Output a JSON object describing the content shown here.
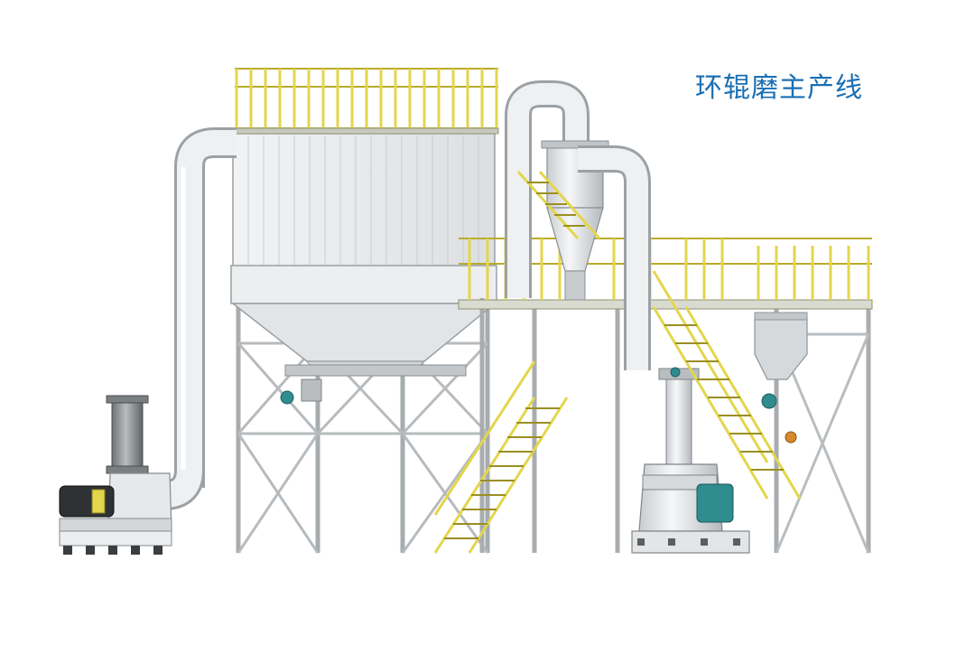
{
  "title": "环辊磨主产线",
  "colors": {
    "title": "#1a6fb3",
    "railing": "#e3d64d",
    "railing_dark": "#b9ab2a",
    "steel": "#d7d9da",
    "steel_dark": "#9ea3a6",
    "pipe": "#e4e6e8",
    "motor": "#2f8c8f",
    "outline": "#4a4f52"
  },
  "components": [
    {
      "name": "main-fan",
      "icon": "fan-blower-icon"
    },
    {
      "name": "dust-collector",
      "icon": "baghouse-filter-icon"
    },
    {
      "name": "cyclone-separator",
      "icon": "cyclone-icon"
    },
    {
      "name": "ring-roller-mill",
      "icon": "mill-icon"
    },
    {
      "name": "feed-hopper",
      "icon": "hopper-icon"
    },
    {
      "name": "platform-staircase",
      "icon": "staircase-icon"
    }
  ]
}
